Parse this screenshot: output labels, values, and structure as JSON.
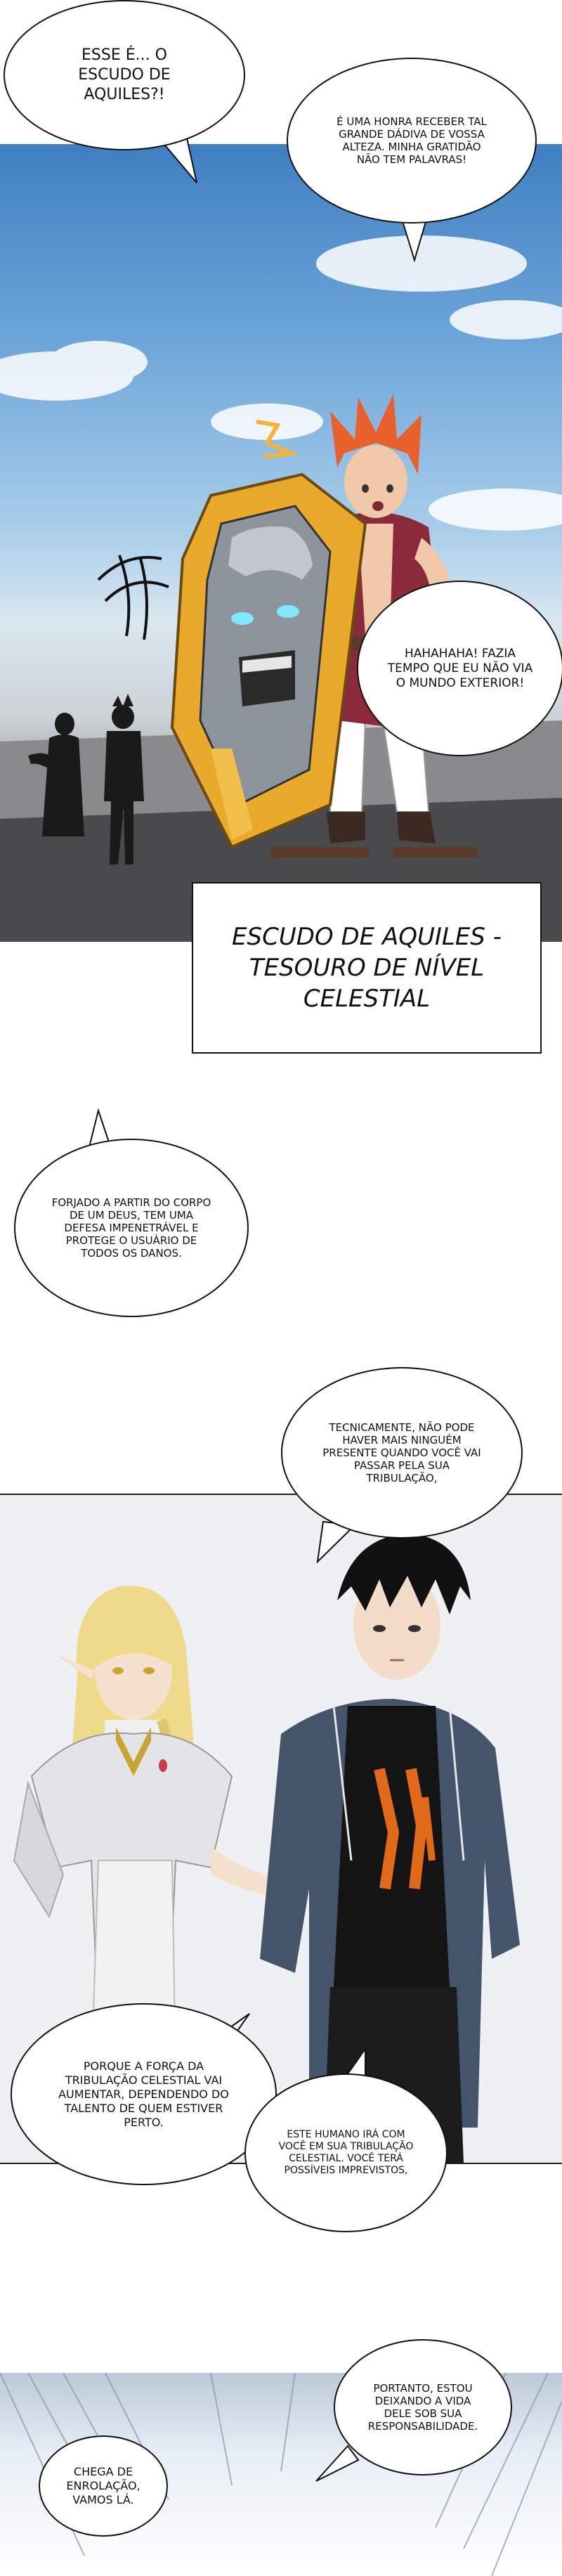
{
  "bubbles": {
    "escudo_question": "ESSE É... O ESCUDO DE AQUILES?!",
    "honor": "É UMA HONRA RECEBER TAL GRANDE DÁDIVA DE VOSSA ALTEZA. MINHA GRATIDÃO NÃO TEM PALAVRAS!",
    "hahaha": "HAHAHAHA! FAZIA TEMPO QUE EU NÃO VIA O MUNDO EXTERIOR!",
    "forjado": "FORJADO A PARTIR DO CORPO DE UM DEUS, TEM UMA DEFESA IMPENETRÁVEL E PROTEGE O USUÁRIO DE TODOS OS DANOS.",
    "tecnicamente": "TECNICAMENTE, NÃO PODE HAVER MAIS NINGUÉM PRESENTE QUANDO VOCÊ VAI PASSAR PELA SUA TRIBULAÇÃO,",
    "porque": "PORQUE A FORÇA DA TRIBULAÇÃO CELESTIAL VAI AUMENTAR, DEPENDENDO DO TALENTO DE QUEM ESTIVER PERTO.",
    "humano": "ESTE HUMANO IRÁ COM VOCÊ EM SUA TRIBULAÇÃO CELESTIAL. VOCÊ TERÁ POSSÍVEIS IMPREVISTOS,",
    "portanto": "PORTANTO, ESTOU DEIXANDO A VIDA DELE SOB SUA RESPONSABILIDADE.",
    "chega": "CHEGA DE ENROLAÇÃO, VAMOS LÁ."
  },
  "caption": {
    "line1": "ESCUDO DE AQUILES -",
    "line2": "TESOURO DE NÍVEL CELESTIAL"
  },
  "colors": {
    "sky_top": "#3f7fc1",
    "hair_orange": "#e8612c",
    "robe_red": "#8a2a3a",
    "shield_gold": "#e9a92a",
    "shield_silver": "#8e949c",
    "elf_hair": "#efd98b",
    "hoodie_blue": "#44546a",
    "flame_orange": "#e06a1a"
  }
}
